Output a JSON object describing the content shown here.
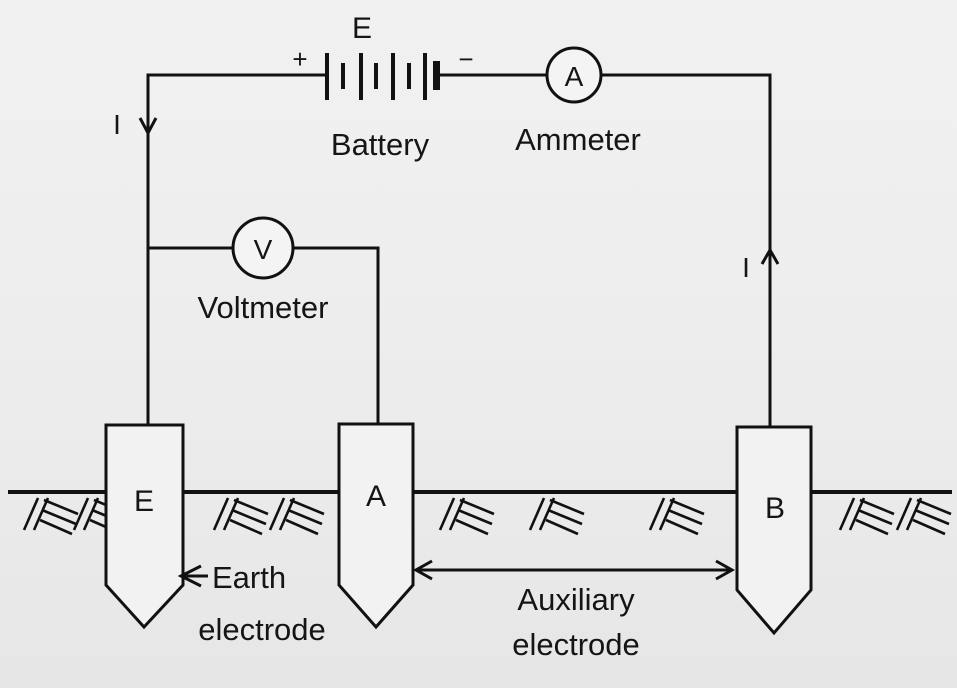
{
  "battery": {
    "symbol": "E",
    "plus": "+",
    "minus": "−",
    "label": "Battery"
  },
  "ammeter": {
    "symbol": "A",
    "label": "Ammeter"
  },
  "voltmeter": {
    "symbol": "V",
    "label": "Voltmeter"
  },
  "current": {
    "symbol": "I"
  },
  "electrodes": {
    "earth_letter": "E",
    "potential_letter": "A",
    "current_letter": "B"
  },
  "annotations": {
    "earth_line1": "Earth",
    "earth_line2": "electrode",
    "aux_line1": "Auxiliary",
    "aux_line2": "electrode"
  },
  "colors": {
    "ink": "#111111",
    "paper": "#eeeeee"
  }
}
